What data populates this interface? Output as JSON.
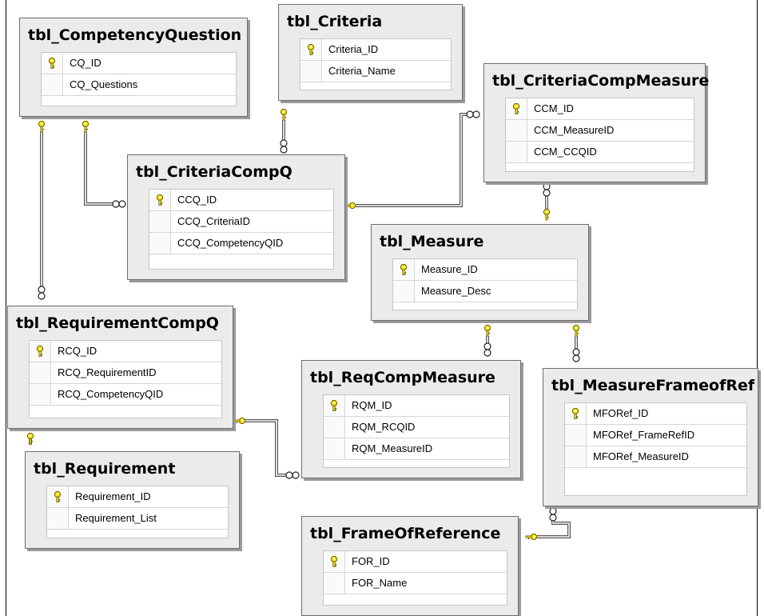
{
  "tables": [
    {
      "id": "competency_question",
      "title": "tbl_CompetencyQuestion",
      "columns": [
        {
          "name": "CQ_ID",
          "pk": true
        },
        {
          "name": "CQ_Questions",
          "pk": false
        }
      ]
    },
    {
      "id": "criteria",
      "title": "tbl_Criteria",
      "columns": [
        {
          "name": "Criteria_ID",
          "pk": true
        },
        {
          "name": "Criteria_Name",
          "pk": false
        }
      ]
    },
    {
      "id": "criteria_comp_measure",
      "title": "tbl_CriteriaCompMeasure",
      "columns": [
        {
          "name": "CCM_ID",
          "pk": true
        },
        {
          "name": "CCM_MeasureID",
          "pk": false
        },
        {
          "name": "CCM_CCQID",
          "pk": false
        }
      ]
    },
    {
      "id": "criteria_comp_q",
      "title": "tbl_CriteriaCompQ",
      "columns": [
        {
          "name": "CCQ_ID",
          "pk": true
        },
        {
          "name": "CCQ_CriteriaID",
          "pk": false
        },
        {
          "name": "CCQ_CompetencyQID",
          "pk": false
        }
      ]
    },
    {
      "id": "measure",
      "title": "tbl_Measure",
      "columns": [
        {
          "name": "Measure_ID",
          "pk": true
        },
        {
          "name": "Measure_Desc",
          "pk": false
        }
      ]
    },
    {
      "id": "requirement_comp_q",
      "title": "tbl_RequirementCompQ",
      "columns": [
        {
          "name": "RCQ_ID",
          "pk": true
        },
        {
          "name": "RCQ_RequirementID",
          "pk": false
        },
        {
          "name": "RCQ_CompetencyQID",
          "pk": false
        }
      ]
    },
    {
      "id": "req_comp_measure",
      "title": "tbl_ReqCompMeasure",
      "columns": [
        {
          "name": "RQM_ID",
          "pk": true
        },
        {
          "name": "RQM_RCQID",
          "pk": false
        },
        {
          "name": "RQM_MeasureID",
          "pk": false
        }
      ]
    },
    {
      "id": "measure_frame_of_ref",
      "title": "tbl_MeasureFrameofRef",
      "columns": [
        {
          "name": "MFORef_ID",
          "pk": true
        },
        {
          "name": "MFORef_FrameRefID",
          "pk": false
        },
        {
          "name": "MFORef_MeasureID",
          "pk": false
        }
      ]
    },
    {
      "id": "requirement",
      "title": "tbl_Requirement",
      "columns": [
        {
          "name": "Requirement_ID",
          "pk": true
        },
        {
          "name": "Requirement_List",
          "pk": false
        }
      ]
    },
    {
      "id": "frame_of_reference",
      "title": "tbl_FrameOfReference",
      "columns": [
        {
          "name": "FOR_ID",
          "pk": true
        },
        {
          "name": "FOR_Name",
          "pk": false
        }
      ]
    }
  ],
  "relationships": [
    {
      "name": "cq-to-criteriacompq",
      "one": "competency_question",
      "many": "criteria_comp_q"
    },
    {
      "name": "cq-to-requirementcompq",
      "one": "competency_question",
      "many": "requirement_comp_q"
    },
    {
      "name": "criteria-to-criteriacompq",
      "one": "criteria",
      "many": "criteria_comp_q"
    },
    {
      "name": "criteriacompq-to-criteriacompmeasure",
      "one": "criteria_comp_q",
      "many": "criteria_comp_measure"
    },
    {
      "name": "measure-to-criteriacompmeasure",
      "one": "measure",
      "many": "criteria_comp_measure"
    },
    {
      "name": "measure-to-reqcompmeasure",
      "one": "measure",
      "many": "req_comp_measure"
    },
    {
      "name": "measure-to-measureframeofref",
      "one": "measure",
      "many": "measure_frame_of_ref"
    },
    {
      "name": "requirementcompq-to-reqcompmeasure",
      "one": "requirement_comp_q",
      "many": "req_comp_measure"
    },
    {
      "name": "requirement-to-requirementcompq",
      "one": "requirement",
      "many": "requirement_comp_q"
    },
    {
      "name": "frameofreference-to-measureframeofref",
      "one": "frame_of_reference",
      "many": "measure_frame_of_ref"
    }
  ],
  "colors": {
    "key_fill": "#f2e600",
    "key_stroke": "#6b5a00",
    "connector": "#555555",
    "table_bg": "#ebebeb"
  },
  "icons": {
    "primary_key": "key-icon"
  }
}
